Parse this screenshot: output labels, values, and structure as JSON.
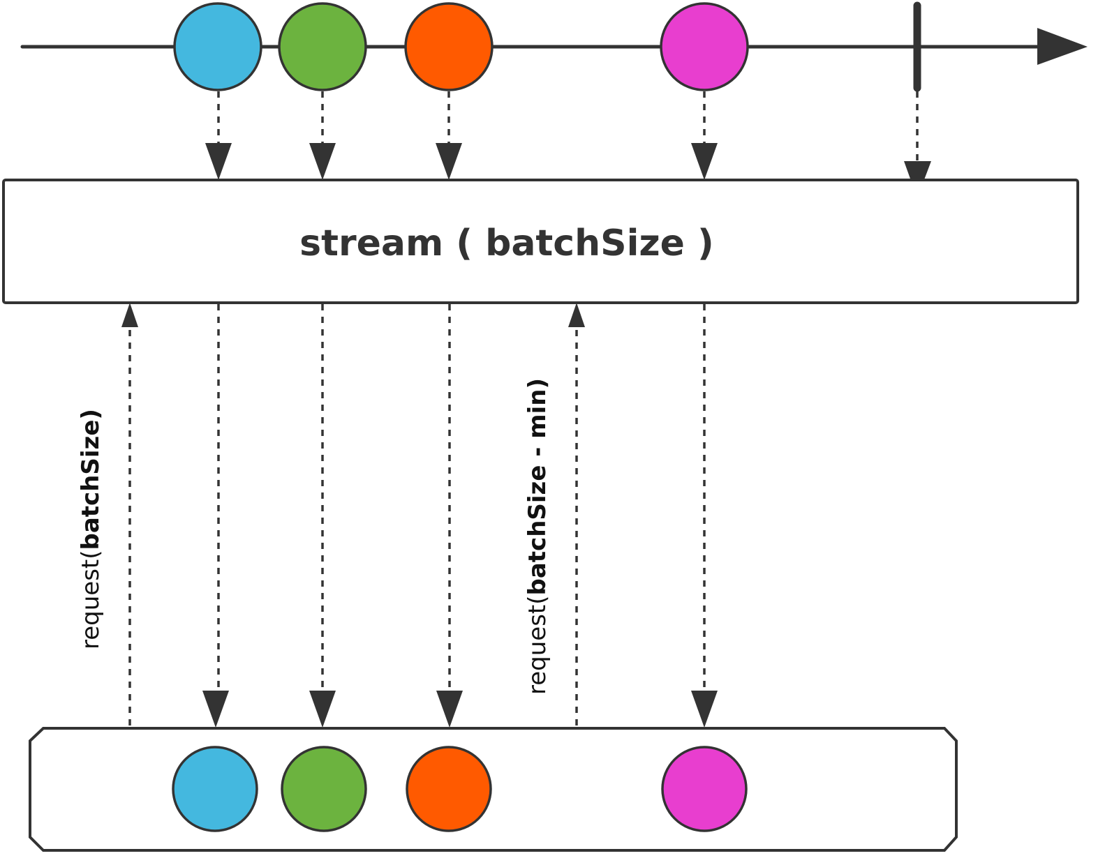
{
  "operator": {
    "label": "stream ( batchSize )"
  },
  "requests": [
    {
      "prefix": "request(",
      "arg": "batchSize)"
    },
    {
      "prefix": "request(",
      "arg": "batchSize - min)"
    }
  ],
  "source_marbles": [
    {
      "name": "blue",
      "color": "#44b8df"
    },
    {
      "name": "green",
      "color": "#6cb33f"
    },
    {
      "name": "orange",
      "color": "#ff5a00"
    },
    {
      "name": "magenta",
      "color": "#e83ecf"
    }
  ],
  "output_marbles": [
    {
      "name": "blue",
      "color": "#44b8df"
    },
    {
      "name": "green",
      "color": "#6cb33f"
    },
    {
      "name": "orange",
      "color": "#ff5a00"
    },
    {
      "name": "magenta",
      "color": "#e83ecf"
    }
  ],
  "source_completion": "completion-marker"
}
